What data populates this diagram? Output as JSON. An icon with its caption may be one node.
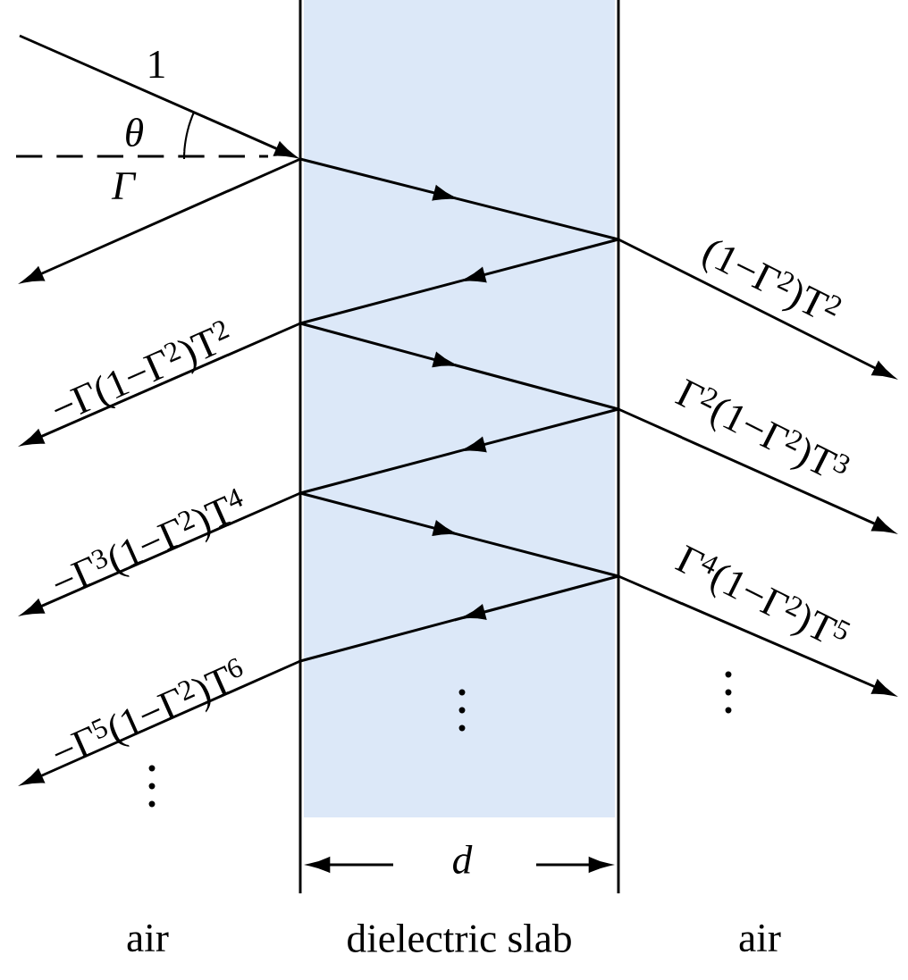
{
  "diagram": {
    "nodes": [
      {
        "text": [
          "dielectric slab"
        ]
      }
    ],
    "labels": [
      "1",
      "θ",
      "Γ",
      "(1−Γ$^{2}$)T$^{2}$",
      "−Γ(1−Γ$^{2}$)T$^{2}$",
      "Γ$^{2}$(1−Γ$^{2}$)T$^{3}$",
      "−Γ$^{3}$(1−Γ$^{2}$)T$^{4}$",
      "Γ$^{4}$(1−Γ$^{2}$)T$^{5}$",
      "−Γ$^{5}$(1−Γ$^{2}$)T$^{6}$",
      "d",
      "air",
      "air"
    ]
  }
}
